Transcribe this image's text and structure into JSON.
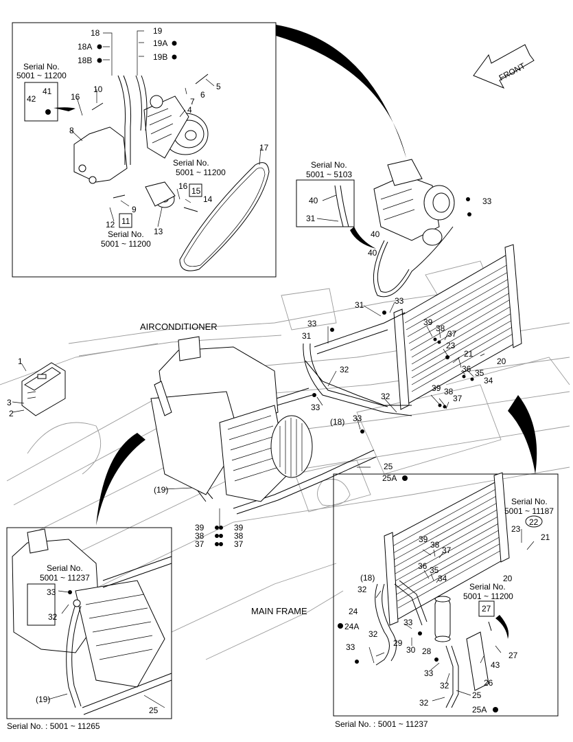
{
  "labels": {
    "front": "FRONT",
    "airconditioner": "AIRCONDITIONER",
    "main_frame": "MAIN FRAME",
    "serial_word": "Serial No.",
    "serial_5001_11200": "5001 ~ 11200",
    "serial_5001_5103": "5001 ~ 5103",
    "serial_5001_11237": "5001 ~ 11237",
    "serial_5001_11187": "5001 ~ 11187",
    "serial_bottom_left": "Serial No. : 5001 ~ 11265",
    "serial_bottom_right": "Serial No. : 5001 ~ 11237"
  },
  "callouts": {
    "topleft": {
      "n18": "18",
      "n18A": "18A",
      "n18B": "18B",
      "n19": "19",
      "n19A": "19A",
      "n19B": "19B",
      "n5": "5",
      "n6": "6",
      "n7": "7",
      "n4": "4",
      "n41": "41",
      "n42": "42",
      "n16a": "16",
      "n10": "10",
      "n8": "8",
      "n17": "17",
      "n16b": "16",
      "n15": "15",
      "n14": "14",
      "n9": "9",
      "n12": "12",
      "n11": "11",
      "n13": "13"
    },
    "main": {
      "n40a": "40",
      "n31a": "31",
      "n40b": "40",
      "n40c": "40",
      "n33a": "33",
      "n31b": "31",
      "n33b": "33",
      "n33c": "33",
      "n31c": "31",
      "n39a": "39",
      "n38a": "38",
      "n37a": "37",
      "n23a": "23",
      "n21a": "21",
      "n20a": "20",
      "n36a": "36",
      "n35a": "35",
      "n34a": "34",
      "n32a": "32",
      "n33d": "33",
      "n32b": "32",
      "n39b": "39",
      "n38b": "38",
      "n37b": "37",
      "n18p": "(18)",
      "n33e": "33",
      "n25a": "25",
      "n25Aa": "25A",
      "n1": "1",
      "n3": "3",
      "n2": "2",
      "n19p": "(19)",
      "n39c": "39",
      "n39d": "39",
      "n38c": "38",
      "n38d": "38",
      "n37c": "37",
      "n37d": "37"
    },
    "bottomleft": {
      "n33": "33",
      "n32": "32",
      "n19p": "(19)",
      "n25": "25"
    },
    "bottomright": {
      "n39": "39",
      "n38": "38",
      "n37": "37",
      "n23": "23",
      "n22": "22",
      "n21": "21",
      "n36": "36",
      "n35": "35",
      "n34": "34",
      "n20": "20",
      "n18p": "(18)",
      "n32a": "32",
      "n24": "24",
      "n24A": "24A",
      "n27a": "27",
      "n32b": "32",
      "n33a": "33",
      "n29": "29",
      "n30": "30",
      "n28": "28",
      "n33b": "33",
      "n33c": "33",
      "n43": "43",
      "n27b": "27",
      "n26": "26",
      "n32c": "32",
      "n25": "25",
      "n32d": "32",
      "n25A": "25A"
    }
  }
}
